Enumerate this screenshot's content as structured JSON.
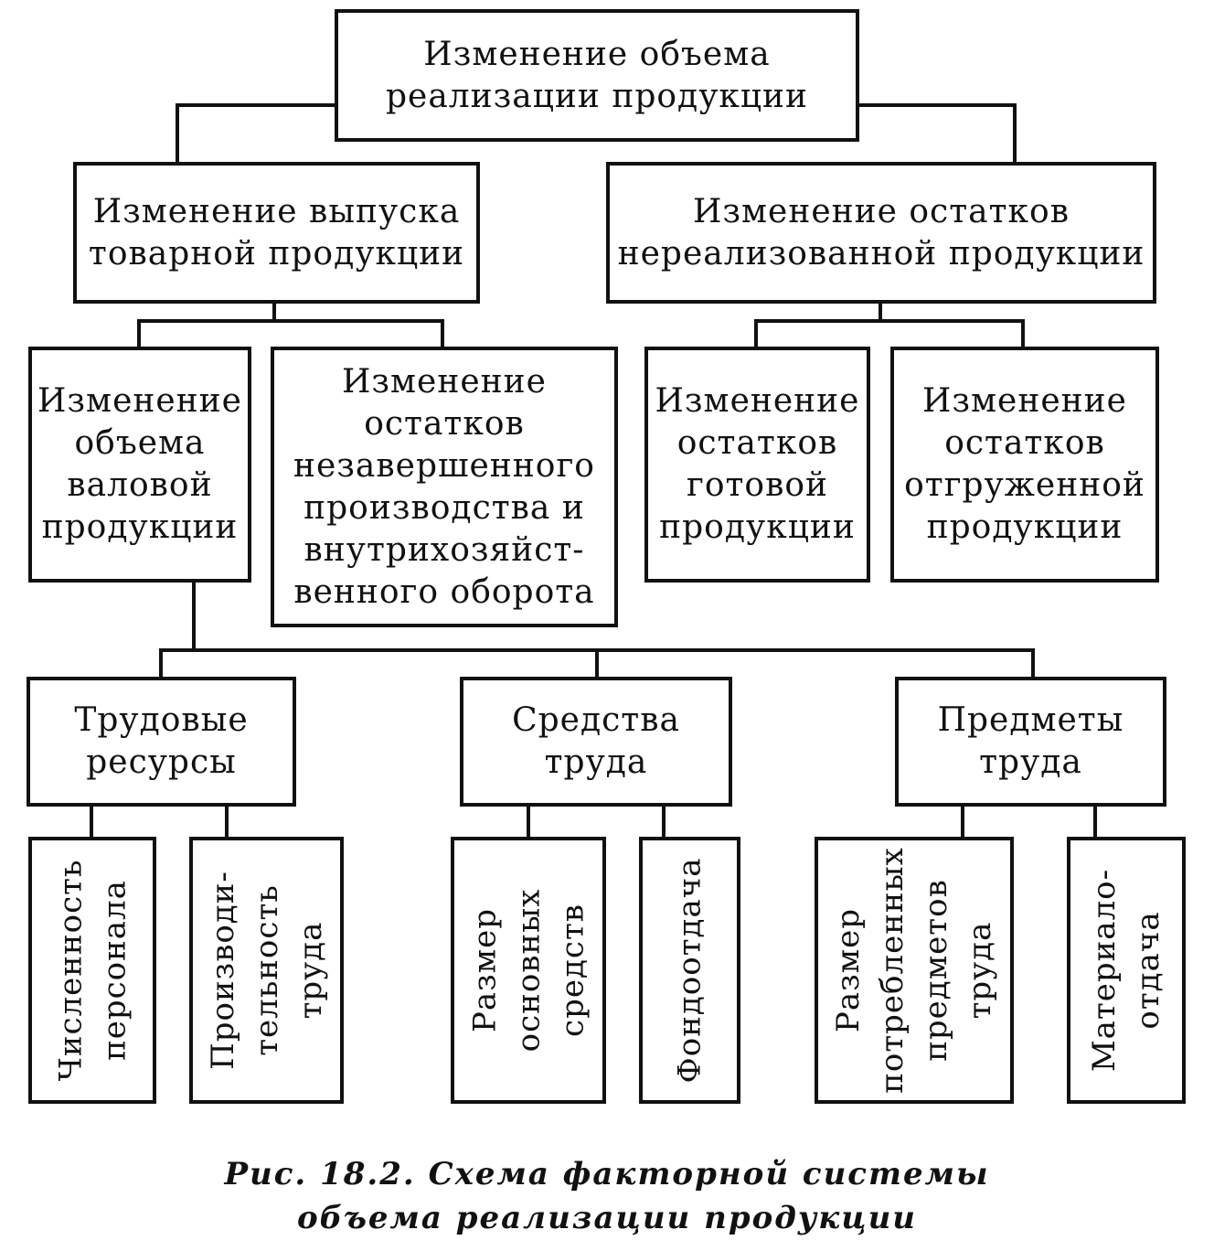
{
  "diagram": {
    "root": {
      "lines": [
        "Изменение объема",
        "реализации продукции"
      ]
    },
    "level1": {
      "output": {
        "lines": [
          "Изменение выпуска",
          "товарной продукции"
        ]
      },
      "stock": {
        "lines": [
          "Изменение остатков",
          "нереализованной продукции"
        ]
      }
    },
    "level2": {
      "gross": {
        "lines": [
          "Изменение",
          "объема",
          "валовой",
          "продукции"
        ]
      },
      "wip": {
        "lines": [
          "Изменение",
          "остатков",
          "незавершенного",
          "производства и",
          "внутрихозяйст-",
          "венного оборота"
        ]
      },
      "finished": {
        "lines": [
          "Изменение",
          "остатков",
          "готовой",
          "продукции"
        ]
      },
      "shipped": {
        "lines": [
          "Изменение",
          "остатков",
          "отгруженной",
          "продукции"
        ]
      }
    },
    "level3": {
      "labor": {
        "lines": [
          "Трудовые",
          "ресурсы"
        ]
      },
      "means": {
        "lines": [
          "Средства",
          "труда"
        ]
      },
      "objects": {
        "lines": [
          "Предметы",
          "труда"
        ]
      }
    },
    "level4": {
      "headcount": {
        "lines": [
          "Численность",
          "персонала"
        ]
      },
      "productivity": {
        "lines": [
          "Производи-",
          "тельность",
          "труда"
        ]
      },
      "fixed_assets": {
        "lines": [
          "Размер",
          "основных",
          "средств"
        ]
      },
      "capital_return": {
        "lines": [
          "Фондоотдача"
        ]
      },
      "materials_used": {
        "lines": [
          "Размер",
          "потребленных",
          "предметов",
          "труда"
        ]
      },
      "material_return": {
        "lines": [
          "Материало-",
          "отдача"
        ]
      }
    }
  },
  "caption": {
    "line1": "Рис. 18.2. Схема факторной системы",
    "line2": "объема реализации продукции"
  }
}
